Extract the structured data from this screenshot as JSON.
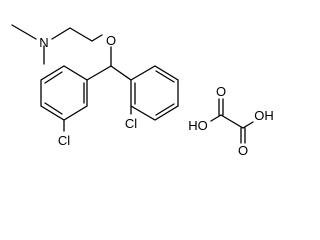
{
  "labels": {
    "n": "N",
    "o_ether": "O",
    "cl_left": "Cl",
    "cl_right": "Cl",
    "oh_left": "HO",
    "oh_right": "OH",
    "o_top": "O",
    "o_bottom": "O"
  }
}
